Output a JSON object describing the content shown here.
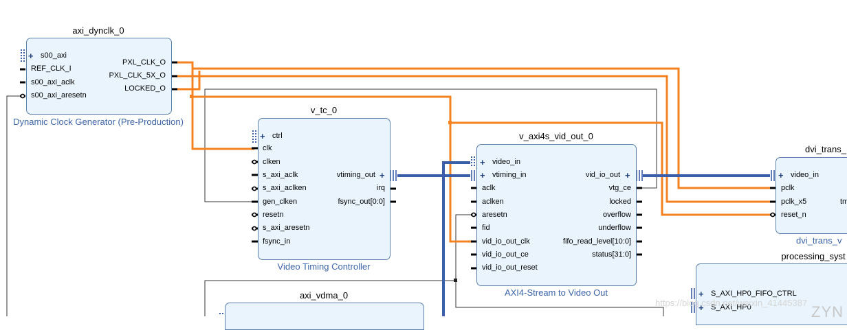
{
  "blocks": {
    "dynclk": {
      "name": "axi_dynclk_0",
      "subtitle": "Dynamic Clock Generator (Pre-Production)",
      "ports_left": [
        "s00_axi",
        "REF_CLK_I",
        "s00_axi_aclk",
        "s00_axi_aresetn"
      ],
      "ports_right": [
        "PXL_CLK_O",
        "PXL_CLK_5X_O",
        "LOCKED_O"
      ]
    },
    "vtc": {
      "name": "v_tc_0",
      "subtitle": "Video Timing Controller",
      "ports_left": [
        "ctrl",
        "clk",
        "clken",
        "s_axi_aclk",
        "s_axi_aclken",
        "gen_clken",
        "resetn",
        "s_axi_aresetn",
        "fsync_in"
      ],
      "ports_right": [
        "vtiming_out",
        "irq",
        "fsync_out[0:0]"
      ]
    },
    "vidout": {
      "name": "v_axi4s_vid_out_0",
      "subtitle": "AXI4-Stream to Video Out",
      "ports_left": [
        "video_in",
        "vtiming_in",
        "aclk",
        "aclken",
        "aresetn",
        "fid",
        "vid_io_out_clk",
        "vid_io_out_ce",
        "vid_io_out_reset"
      ],
      "ports_right": [
        "vid_io_out",
        "vtg_ce",
        "locked",
        "overflow",
        "underflow",
        "fifo_read_level[10:0]",
        "status[31:0]"
      ]
    },
    "dvi": {
      "name": "dvi_trans_",
      "subtitle": "dvi_trans_v",
      "ports_left": [
        "video_in",
        "pclk",
        "pclk_x5",
        "reset_n"
      ],
      "ports_right": [
        "tm"
      ]
    },
    "ps": {
      "name": "processing_syst",
      "ports_left": [
        "S_AXI_HP0_FIFO_CTRL",
        "S_AXI_HP0"
      ],
      "logo": "ZYN"
    },
    "vdma": {
      "name": "axi_vdma_0"
    }
  },
  "watermark": "https://blog.csdn.net/weixin_41445387",
  "colors": {
    "clock_wire": "#f58220",
    "bus_wire": "#3c5ea8",
    "net_wire": "#333333",
    "block_fill": "#eaf4fc",
    "block_border": "#5b7fa6",
    "subtitle": "#3c64a8"
  }
}
